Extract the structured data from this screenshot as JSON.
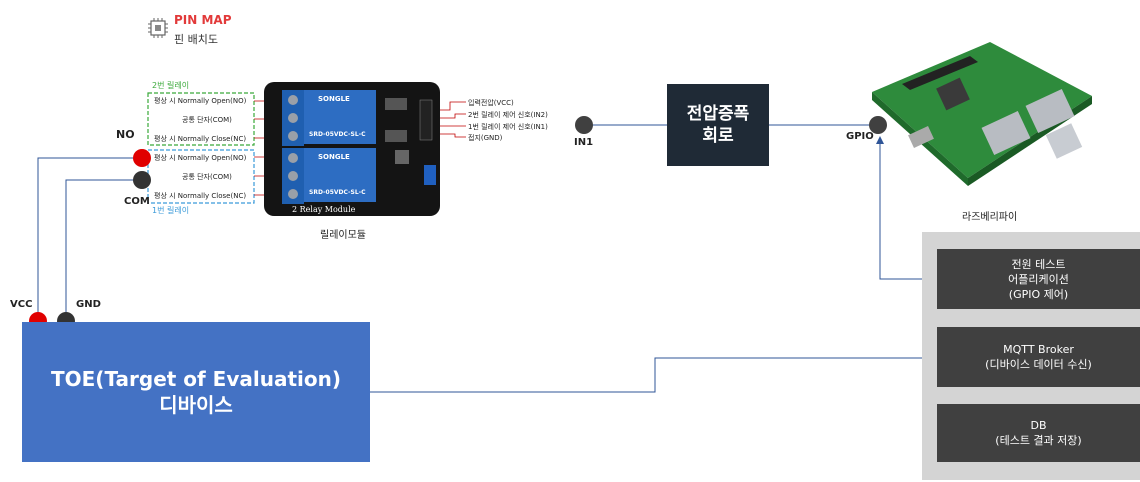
{
  "pin_map": {
    "title": "PIN MAP",
    "subtitle": "핀 배치도"
  },
  "relay": {
    "relay2_label": "2번 릴레이",
    "relay1_label": "1번 릴레이",
    "pins_left": [
      "평상 시 Normally Open(NO)",
      "공통 단자(COM)",
      "평상 시 Normally Close(NC)",
      "평상 시 Normally Open(NO)",
      "공통 단자(COM)",
      "평상 시 Normally Close(NC)"
    ],
    "pins_right": [
      "입력전압(VCC)",
      "2번 릴레이 제어 신호(IN2)",
      "1번 릴레이 제어 신호(IN1)",
      "접지(GND)"
    ],
    "module_text": "2 Relay Module",
    "relay_brand": "SONGLE",
    "relay_model": "SRD-05VDC-SL-C",
    "caption": "릴레이모듈"
  },
  "nodes": {
    "no": "NO",
    "com": "COM",
    "vcc": "VCC",
    "gnd": "GND",
    "in1": "IN1",
    "gpio": "GPIO"
  },
  "amplifier": {
    "line1": "전압증폭",
    "line2": "회로"
  },
  "raspberry_pi": {
    "caption": "라즈베리파이"
  },
  "toe": {
    "line1": "TOE(Target of Evaluation)",
    "line2": "디바이스"
  },
  "server": {
    "app": {
      "line1": "전원 테스트",
      "line2": "어플리케이션",
      "line3": "(GPIO 제어)"
    },
    "mqtt": {
      "line1": "MQTT Broker",
      "line2": "(디바이스 데이터 수신)"
    },
    "db": {
      "line1": "DB",
      "line2": "(테스트 결과 저장)"
    }
  },
  "colors": {
    "relay2_group": "#3aa93a",
    "relay1_group": "#3a9ad9",
    "pin_red": "#e00000",
    "pin_dark": "#333333",
    "toe_fill": "#4472c4",
    "amp_fill": "#1f2a36",
    "server_bg": "#d4d4d4",
    "server_box": "#404040",
    "wire": "#2f5597",
    "callout_red": "#c00000"
  }
}
